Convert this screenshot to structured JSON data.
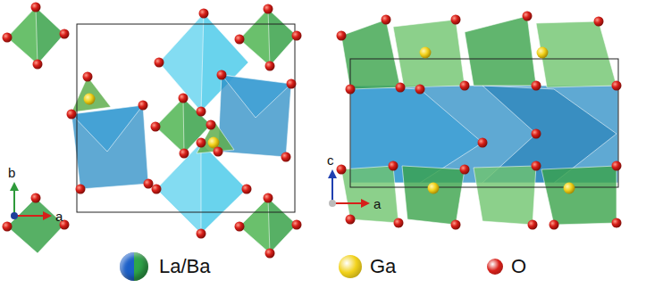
{
  "diagram": {
    "labels": [
      "b",
      "a",
      "c",
      "a"
    ],
    "legend": [
      {
        "text": "La/Ba"
      },
      {
        "text": "Ga",
        "color": "#f2d21c"
      },
      {
        "text": "O",
        "color": "#d8201a"
      }
    ]
  }
}
